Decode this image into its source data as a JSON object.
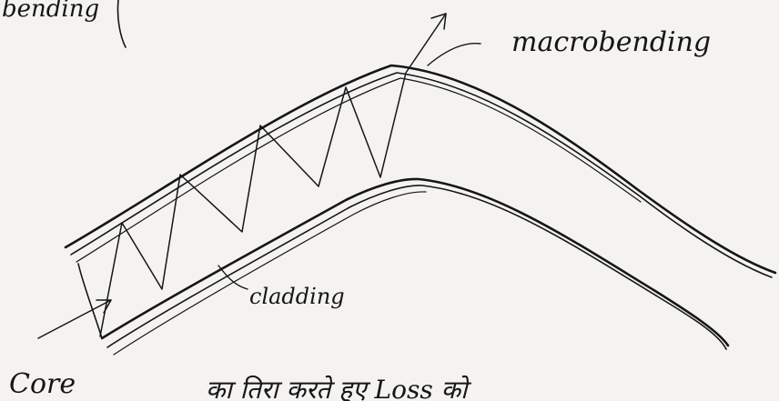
{
  "diagram": {
    "labels": {
      "top_fragment": "bending",
      "macrobending": "macrobending",
      "cladding": "cladding",
      "core": "Core",
      "bottom_text": "का तिरा करते हुए Loss को"
    },
    "colors": {
      "paper": "#f4f3ef",
      "ink": "#15151a"
    }
  }
}
